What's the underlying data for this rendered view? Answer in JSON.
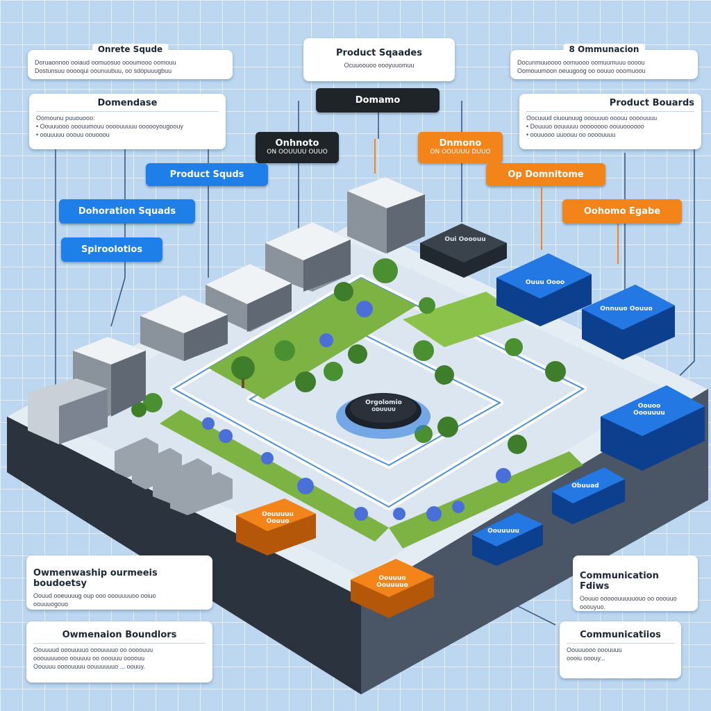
{
  "cards": {
    "top_left": {
      "title": "Onrete Squde",
      "lines": [
        "Doruaonnoo ooiaud oomuosuo oooumooo oomouu",
        "Dostunsuu ooooqui oounuubuu, oo sdopuuugbuu"
      ]
    },
    "top_center": {
      "title": "Product Sqaades",
      "lines": [
        "Ocuuoouoo oooyuuomuu"
      ]
    },
    "top_right": {
      "title": "8 Ommunacion",
      "lines": [
        "Docunmuuoooo oomuooo oomuumuuu oooou",
        "Oomouumoon oeuugoog oo oouuo ooomuoou"
      ]
    },
    "left_mid": {
      "title": "Domendase",
      "lines": [
        "Oomounu puuouooo:",
        "• Oouuuooo ooouumouu oooouuuuu oooooyougoouy",
        "• oouuuuu ooouu oouooou"
      ]
    },
    "right_mid": {
      "title": "Product Bouards",
      "lines": [
        "Oocuuud ciuounuug ooouuuo ooouu oooouuuu",
        "• Douuuo oouuuuu oooooooo oouuoooooo",
        "• oouuooo uuoouu oo oooouuuu"
      ]
    },
    "bottom_left_1": {
      "title": "Owmenwaship ourmeeis boudoetsy",
      "lines": [
        "Oouud ooeuuuug oup ooo ooouuuuoo ooiuo",
        "oouuuogouo"
      ]
    },
    "bottom_left_2": {
      "title": "Owmenaion Boundlors",
      "lines": [
        "Oouuuud ooouuuuo ooouuuuo oo oooouuu",
        "ooouuuuooo oouuuu oo ooouuu oooouu",
        "Oouuuu oooouuuu oouuuuuuo ... oouuy."
      ]
    },
    "bottom_right_1": {
      "title": "Communication Fdiws",
      "lines": [
        "Oouuo ooooouuuuuouo oo ooouuo",
        "ooouyuo."
      ]
    },
    "bottom_right_2": {
      "title": "Communicatiios",
      "lines": [
        "Oouuuooo ooouuuu",
        "oooiu ooouy..."
      ]
    }
  },
  "pills": {
    "domaino": {
      "label": "Domamo",
      "sub": ""
    },
    "onhnoto": {
      "label": "Onhnoto",
      "sub": "ON OOUUUU OUUO"
    },
    "domnone_orange": {
      "label": "Dnmono",
      "sub": "ON OOUUUU DUUO"
    },
    "product_squads": {
      "label": "Product Squds",
      "sub": ""
    },
    "op_domnitome": {
      "label": "Op Domnitome",
      "sub": ""
    },
    "dohoration": {
      "label": "Dohoration Squads",
      "sub": ""
    },
    "ohonno_egabe": {
      "label": "Oohomo Egabe",
      "sub": ""
    },
    "spiroolotios": {
      "label": "Spiroolotios",
      "sub": ""
    }
  },
  "map": {
    "central_hub": "Orgolomio",
    "central_hub_sub": "ODUUUU",
    "dark_block": "Oui Oooouu",
    "blue_stack_1": "Ouuu Oooo",
    "blue_stack_2": "Onnuuo Oouuo",
    "blue_stack_3": "Oouoo Ooouuuu",
    "blue_stack_4": "Obuuad",
    "blue_stack_5": "Oouuuuu",
    "orange_stack_1": "Oouuuuu Oouuo",
    "orange_stack_2": "Oouuuo Oouuuuo"
  },
  "colors": {
    "background": "#bcd7ef",
    "blue_accent": "#1f7fe8",
    "orange_accent": "#f28419",
    "dark_accent": "#1f2428",
    "grass": "#7cb342"
  }
}
